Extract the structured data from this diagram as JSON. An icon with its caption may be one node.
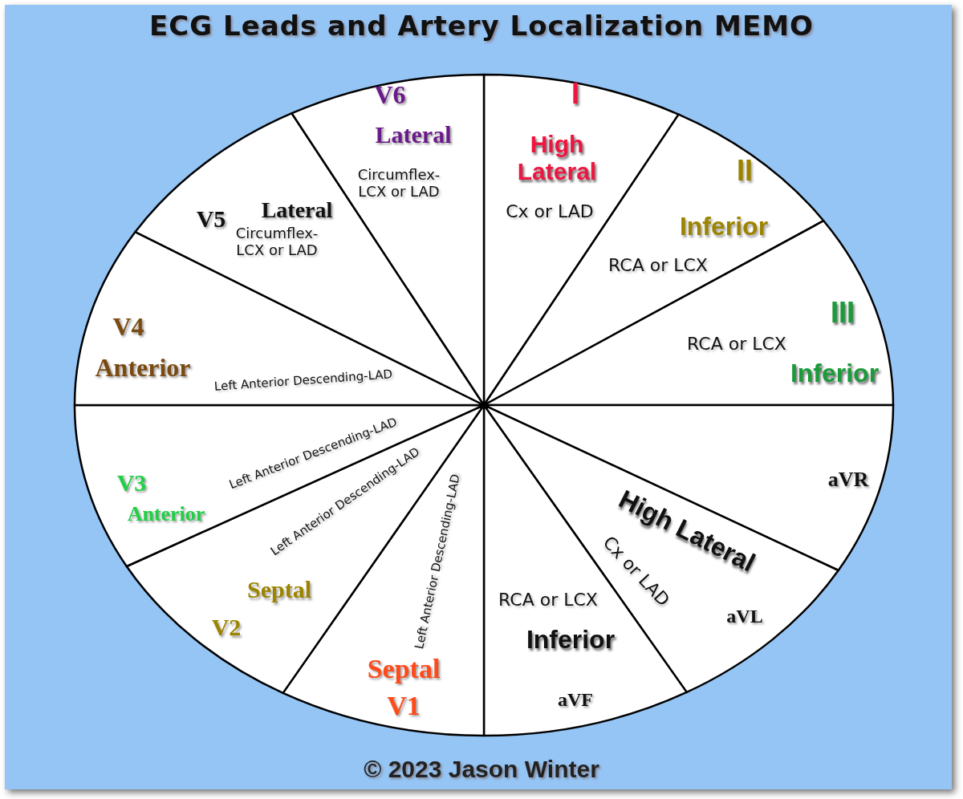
{
  "diagram": {
    "title": "ECG Leads and Artery Localization MEMO",
    "caption": "© 2023 Jason Winter",
    "nodes": [
      {
        "text": [
          "I",
          "High Lateral",
          "Cx or LAD"
        ]
      },
      {
        "text": [
          "II",
          "Inferior",
          "RCA or LCX"
        ]
      },
      {
        "text": [
          "III",
          "RCA or LCX",
          "Inferior"
        ]
      },
      {
        "text": [
          "aVR"
        ]
      },
      {
        "text": [
          "High Lateral",
          "Cx or LAD",
          "aVL"
        ]
      },
      {
        "text": [
          "RCA or LCX",
          "Inferior",
          "aVF"
        ]
      },
      {
        "text": [
          "Left Anterior Descending-LAD",
          "Septal",
          "V1"
        ]
      },
      {
        "text": [
          "Left Anterior Descending-LAD",
          "Septal",
          "V2"
        ]
      },
      {
        "text": [
          "Left Anterior Descending-LAD",
          "V3",
          "Anterior"
        ]
      },
      {
        "text": [
          "V4",
          "Anterior",
          "Left Anterior Descending-LAD"
        ]
      },
      {
        "text": [
          "V5",
          "Lateral",
          "Circumflex-LCX or LAD"
        ]
      },
      {
        "text": [
          "V6",
          "Lateral",
          "Circumflex-LCX or LAD"
        ]
      }
    ],
    "edges": []
  }
}
